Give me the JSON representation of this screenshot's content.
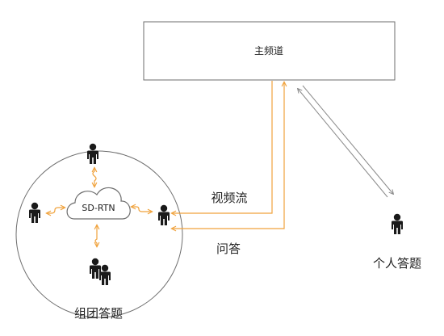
{
  "main_channel": {
    "label": "主频道"
  },
  "cloud": {
    "label": "SD-RTN"
  },
  "links": {
    "video_stream": "视频流",
    "qa": "问答"
  },
  "captions": {
    "group": "组团答题",
    "individual": "个人答题"
  },
  "colors": {
    "accent": "#f0a23c",
    "outline": "#6e6e6e",
    "text": "#222222",
    "person": "#1a1a1a",
    "double_line": "#8a8a8a"
  },
  "icons": {
    "person": "person-icon",
    "people": "people-icon",
    "cloud": "cloud-icon"
  }
}
